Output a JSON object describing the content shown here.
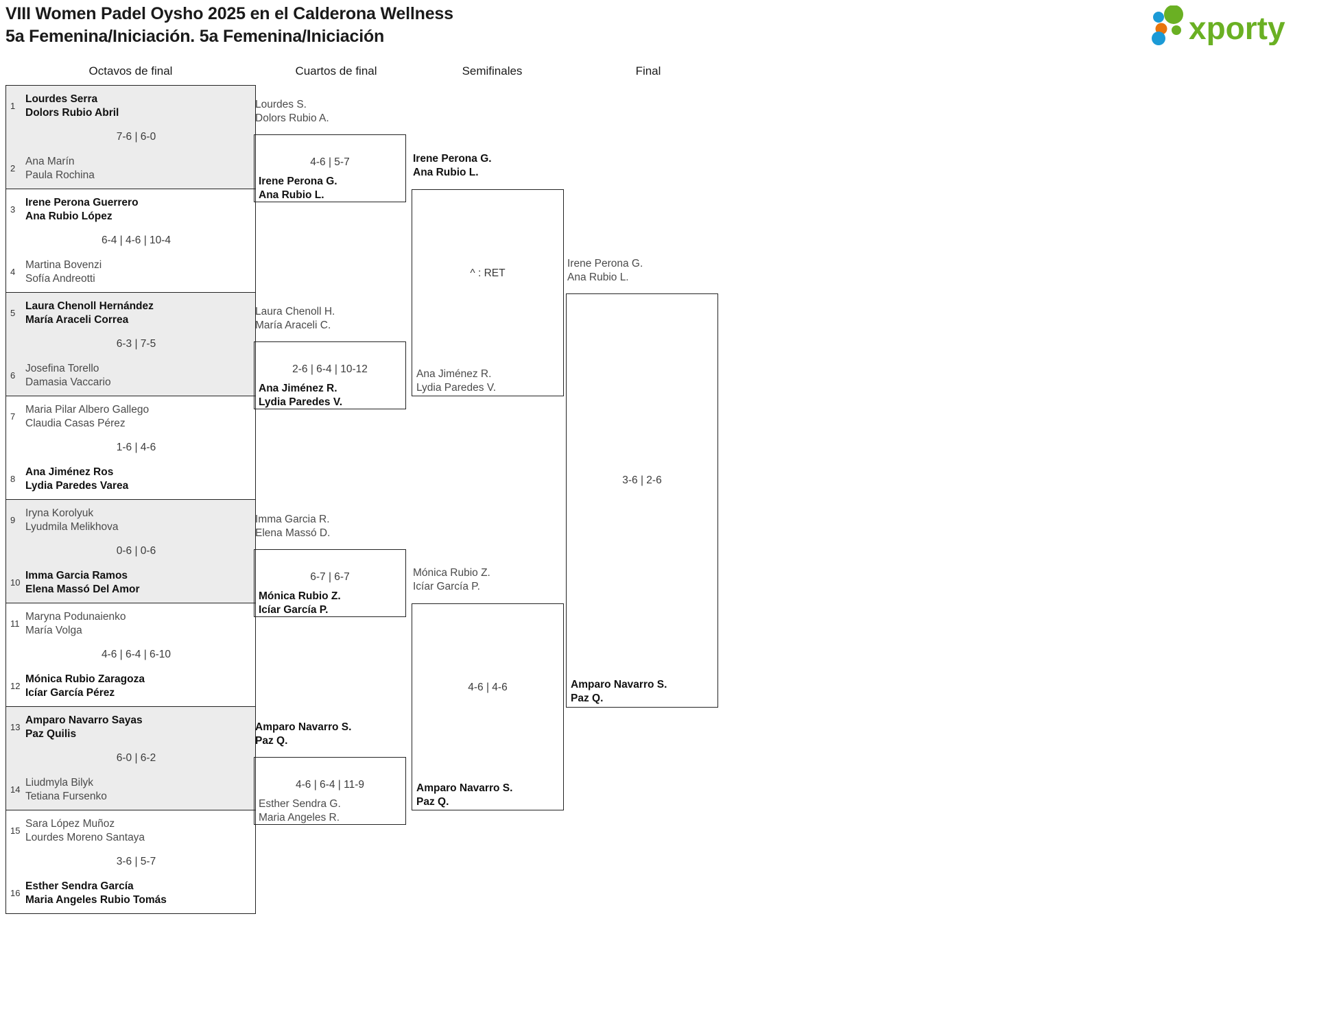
{
  "header": {
    "title_line1": "VIII Women Padel Oysho 2025 en el Calderona Wellness",
    "title_line2": "5a Femenina/Iniciación. 5a Femenina/Iniciación",
    "logo_text": "xporty",
    "logo_colors": {
      "green": "#6ab023",
      "blue": "#1b9ad6",
      "orange": "#e8740c"
    }
  },
  "rounds": [
    {
      "label": "Octavos de final"
    },
    {
      "label": "Cuartos de final"
    },
    {
      "label": "Semifinales"
    },
    {
      "label": "Final"
    }
  ],
  "round_of_16": [
    {
      "shaded": true,
      "score": "7-6 | 6-0",
      "top": {
        "seed": "1",
        "p1": "Lourdes Serra",
        "p2": "Dolors Rubio Abril",
        "winner": true
      },
      "bottom": {
        "seed": "2",
        "p1": "Ana Marín",
        "p2": "Paula Rochina",
        "winner": false
      }
    },
    {
      "shaded": false,
      "score": "6-4 | 4-6 | 10-4",
      "top": {
        "seed": "3",
        "p1": "Irene Perona Guerrero",
        "p2": "Ana Rubio López",
        "winner": true
      },
      "bottom": {
        "seed": "4",
        "p1": "Martina Bovenzi",
        "p2": "Sofía Andreotti",
        "winner": false
      }
    },
    {
      "shaded": true,
      "score": "6-3 | 7-5",
      "top": {
        "seed": "5",
        "p1": "Laura Chenoll Hernández",
        "p2": "María Araceli Correa",
        "winner": true
      },
      "bottom": {
        "seed": "6",
        "p1": "Josefina Torello",
        "p2": "Damasia Vaccario",
        "winner": false
      }
    },
    {
      "shaded": false,
      "score": "1-6 | 4-6",
      "top": {
        "seed": "7",
        "p1": "Maria Pilar Albero Gallego",
        "p2": "Claudia Casas Pérez",
        "winner": false
      },
      "bottom": {
        "seed": "8",
        "p1": "Ana Jiménez Ros",
        "p2": "Lydia Paredes Varea",
        "winner": true
      }
    },
    {
      "shaded": true,
      "score": "0-6 | 0-6",
      "top": {
        "seed": "9",
        "p1": "Iryna Korolyuk",
        "p2": "Lyudmila Melikhova",
        "winner": false
      },
      "bottom": {
        "seed": "10",
        "p1": "Imma Garcia Ramos",
        "p2": "Elena Massó Del Amor",
        "winner": true
      }
    },
    {
      "shaded": false,
      "score": "4-6 | 6-4 | 6-10",
      "top": {
        "seed": "11",
        "p1": "Maryna Podunaienko",
        "p2": "María Volga",
        "winner": false
      },
      "bottom": {
        "seed": "12",
        "p1": "Mónica Rubio Zaragoza",
        "p2": "Icíar García Pérez",
        "winner": true
      }
    },
    {
      "shaded": true,
      "score": "6-0 | 6-2",
      "top": {
        "seed": "13",
        "p1": "Amparo Navarro Sayas",
        "p2": "Paz Quilis",
        "winner": true
      },
      "bottom": {
        "seed": "14",
        "p1": "Liudmyla Bilyk",
        "p2": "Tetiana Fursenko",
        "winner": false
      }
    },
    {
      "shaded": false,
      "score": "3-6 | 5-7",
      "top": {
        "seed": "15",
        "p1": "Sara López Muñoz",
        "p2": "Lourdes Moreno Santaya",
        "winner": false
      },
      "bottom": {
        "seed": "16",
        "p1": "Esther Sendra García",
        "p2": "Maria Angeles Rubio Tomás",
        "winner": true
      }
    }
  ],
  "quarterfinals": [
    {
      "top_label": {
        "p1": "Lourdes S.",
        "p2": "Dolors Rubio A.",
        "winner": false
      },
      "score": "4-6 | 5-7",
      "box_name": {
        "p1": "Irene Perona G.",
        "p2": "Ana Rubio L.",
        "winner": true
      }
    },
    {
      "top_label": {
        "p1": "Laura Chenoll H.",
        "p2": "María Araceli C.",
        "winner": false
      },
      "score": "2-6 | 6-4 | 10-12",
      "box_name": {
        "p1": "Ana Jiménez R.",
        "p2": "Lydia Paredes V.",
        "winner": true
      }
    },
    {
      "top_label": {
        "p1": "Imma Garcia R.",
        "p2": "Elena Massó D.",
        "winner": false
      },
      "score": "6-7 | 6-7",
      "box_name": {
        "p1": "Mónica Rubio Z.",
        "p2": "Icíar García P.",
        "winner": true
      }
    },
    {
      "top_label": {
        "p1": "Amparo Navarro S.",
        "p2": "Paz Q.",
        "winner": true
      },
      "score": "4-6 | 6-4 | 11-9",
      "box_name": {
        "p1": "Esther Sendra G.",
        "p2": "Maria Angeles R.",
        "winner": false
      }
    }
  ],
  "semifinals": [
    {
      "top_label": {
        "p1": "Irene Perona G.",
        "p2": "Ana Rubio L.",
        "winner": true
      },
      "score": "^ : RET",
      "box_name": {
        "p1": "Ana Jiménez R.",
        "p2": "Lydia Paredes V.",
        "winner": false
      }
    },
    {
      "top_label": {
        "p1": "Mónica Rubio Z.",
        "p2": "Icíar García P.",
        "winner": false
      },
      "score": "4-6 | 4-6",
      "box_name": {
        "p1": "Amparo Navarro S.",
        "p2": "Paz Q.",
        "winner": true
      }
    }
  ],
  "final": {
    "top_label": {
      "p1": "Irene Perona G.",
      "p2": "Ana Rubio L.",
      "winner": false
    },
    "score": "3-6 | 2-6",
    "box_name": {
      "p1": "Amparo Navarro S.",
      "p2": "Paz Q.",
      "winner": true
    }
  }
}
